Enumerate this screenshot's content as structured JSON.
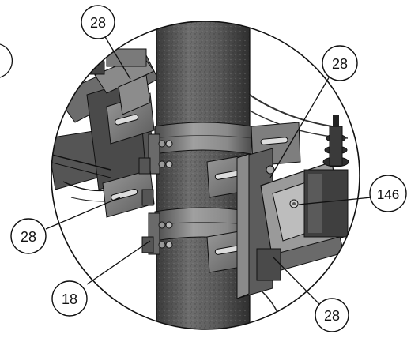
{
  "callouts": [
    {
      "id": "callout-28-top",
      "label": "28"
    },
    {
      "id": "callout-28-upper-right",
      "label": "28"
    },
    {
      "id": "callout-146",
      "label": "146"
    },
    {
      "id": "callout-28-left",
      "label": "28"
    },
    {
      "id": "callout-18",
      "label": "18"
    },
    {
      "id": "callout-28-bottom-right",
      "label": "28"
    }
  ],
  "colors": {
    "pole": "#5f5f5f",
    "metal": "#7e7e7e",
    "metal_light": "#b8b8b8",
    "metal_dark": "#3c3c3c",
    "outline": "#111111",
    "background": "#ffffff"
  }
}
